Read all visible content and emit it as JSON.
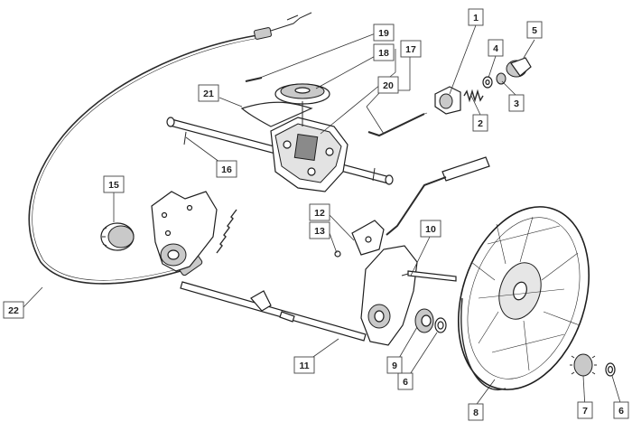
{
  "diagram": {
    "callouts": [
      {
        "id": "c1",
        "label": "1"
      },
      {
        "id": "c2",
        "label": "2"
      },
      {
        "id": "c3",
        "label": "3"
      },
      {
        "id": "c4",
        "label": "4"
      },
      {
        "id": "c5",
        "label": "5"
      },
      {
        "id": "c6a",
        "label": "6"
      },
      {
        "id": "c6b",
        "label": "6"
      },
      {
        "id": "c7",
        "label": "7"
      },
      {
        "id": "c8",
        "label": "8"
      },
      {
        "id": "c9",
        "label": "9"
      },
      {
        "id": "c10",
        "label": "10"
      },
      {
        "id": "c11",
        "label": "11"
      },
      {
        "id": "c12",
        "label": "12"
      },
      {
        "id": "c13",
        "label": "13"
      },
      {
        "id": "c15",
        "label": "15"
      },
      {
        "id": "c16",
        "label": "16"
      },
      {
        "id": "c17",
        "label": "17"
      },
      {
        "id": "c18",
        "label": "18"
      },
      {
        "id": "c19",
        "label": "19"
      },
      {
        "id": "c20",
        "label": "20"
      },
      {
        "id": "c21",
        "label": "21"
      },
      {
        "id": "c22",
        "label": "22"
      }
    ]
  }
}
